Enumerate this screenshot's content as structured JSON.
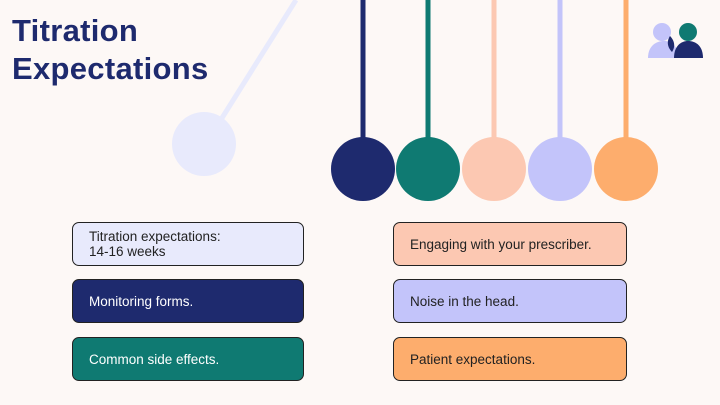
{
  "title_line1": "Titration",
  "title_line2": "Expectations",
  "colors": {
    "navy": "#1e2a6e",
    "teal": "#0f7a72",
    "peach": "#fcc8b2",
    "lavender": "#c3c4fa",
    "orange": "#fdad6d",
    "pale": "#e8eafc",
    "background": "#fdf8f6"
  },
  "logo_icon": "people-icon",
  "left_items": [
    {
      "line1": "Titration expectations:",
      "line2": "14-16 weeks"
    },
    {
      "line1": "Monitoring forms."
    },
    {
      "line1": "Common side effects."
    }
  ],
  "right_items": [
    {
      "line1": "Engaging with your prescriber."
    },
    {
      "line1": "Noise in the head."
    },
    {
      "line1": "Patient expectations."
    }
  ]
}
